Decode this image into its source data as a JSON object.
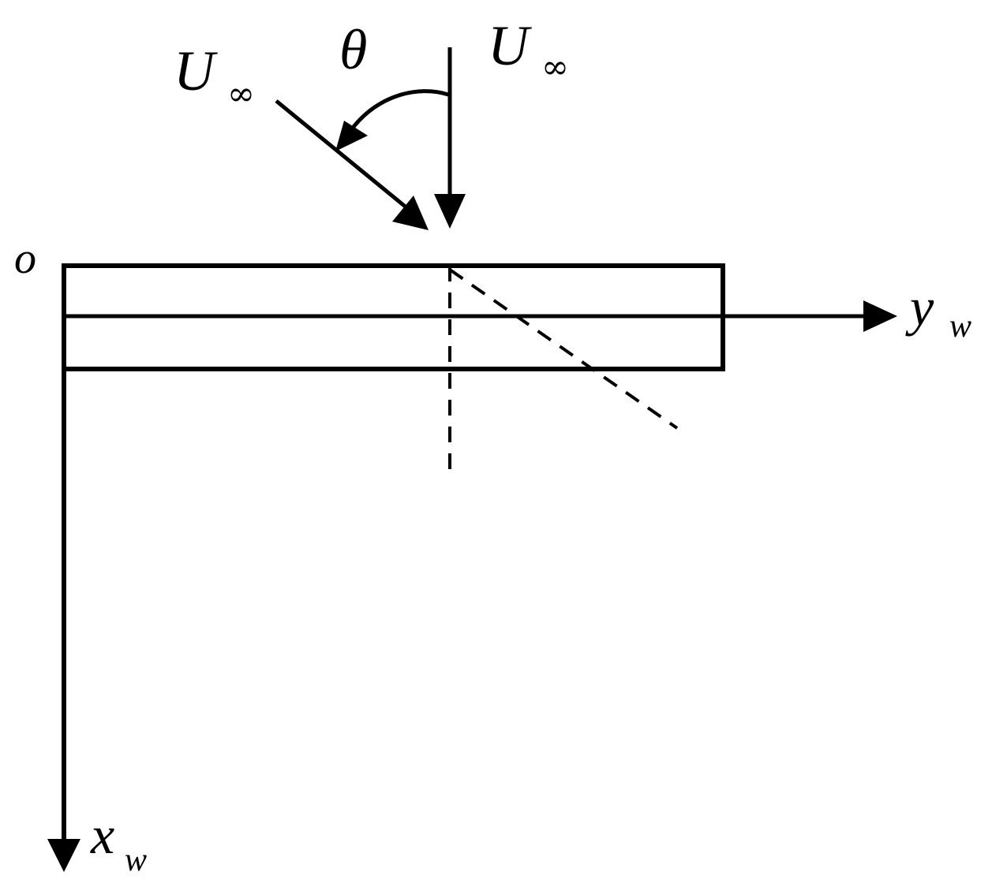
{
  "labels": {
    "origin": "o",
    "y_axis_main": "y",
    "y_axis_sub": "w",
    "x_axis_main": "x",
    "x_axis_sub": "w",
    "theta": "θ",
    "u_inf_vertical_main": "U",
    "u_inf_vertical_sub": "∞",
    "u_inf_oblique_main": "U",
    "u_inf_oblique_sub": "∞"
  },
  "colors": {
    "stroke": "#000000",
    "background": "#ffffff"
  }
}
